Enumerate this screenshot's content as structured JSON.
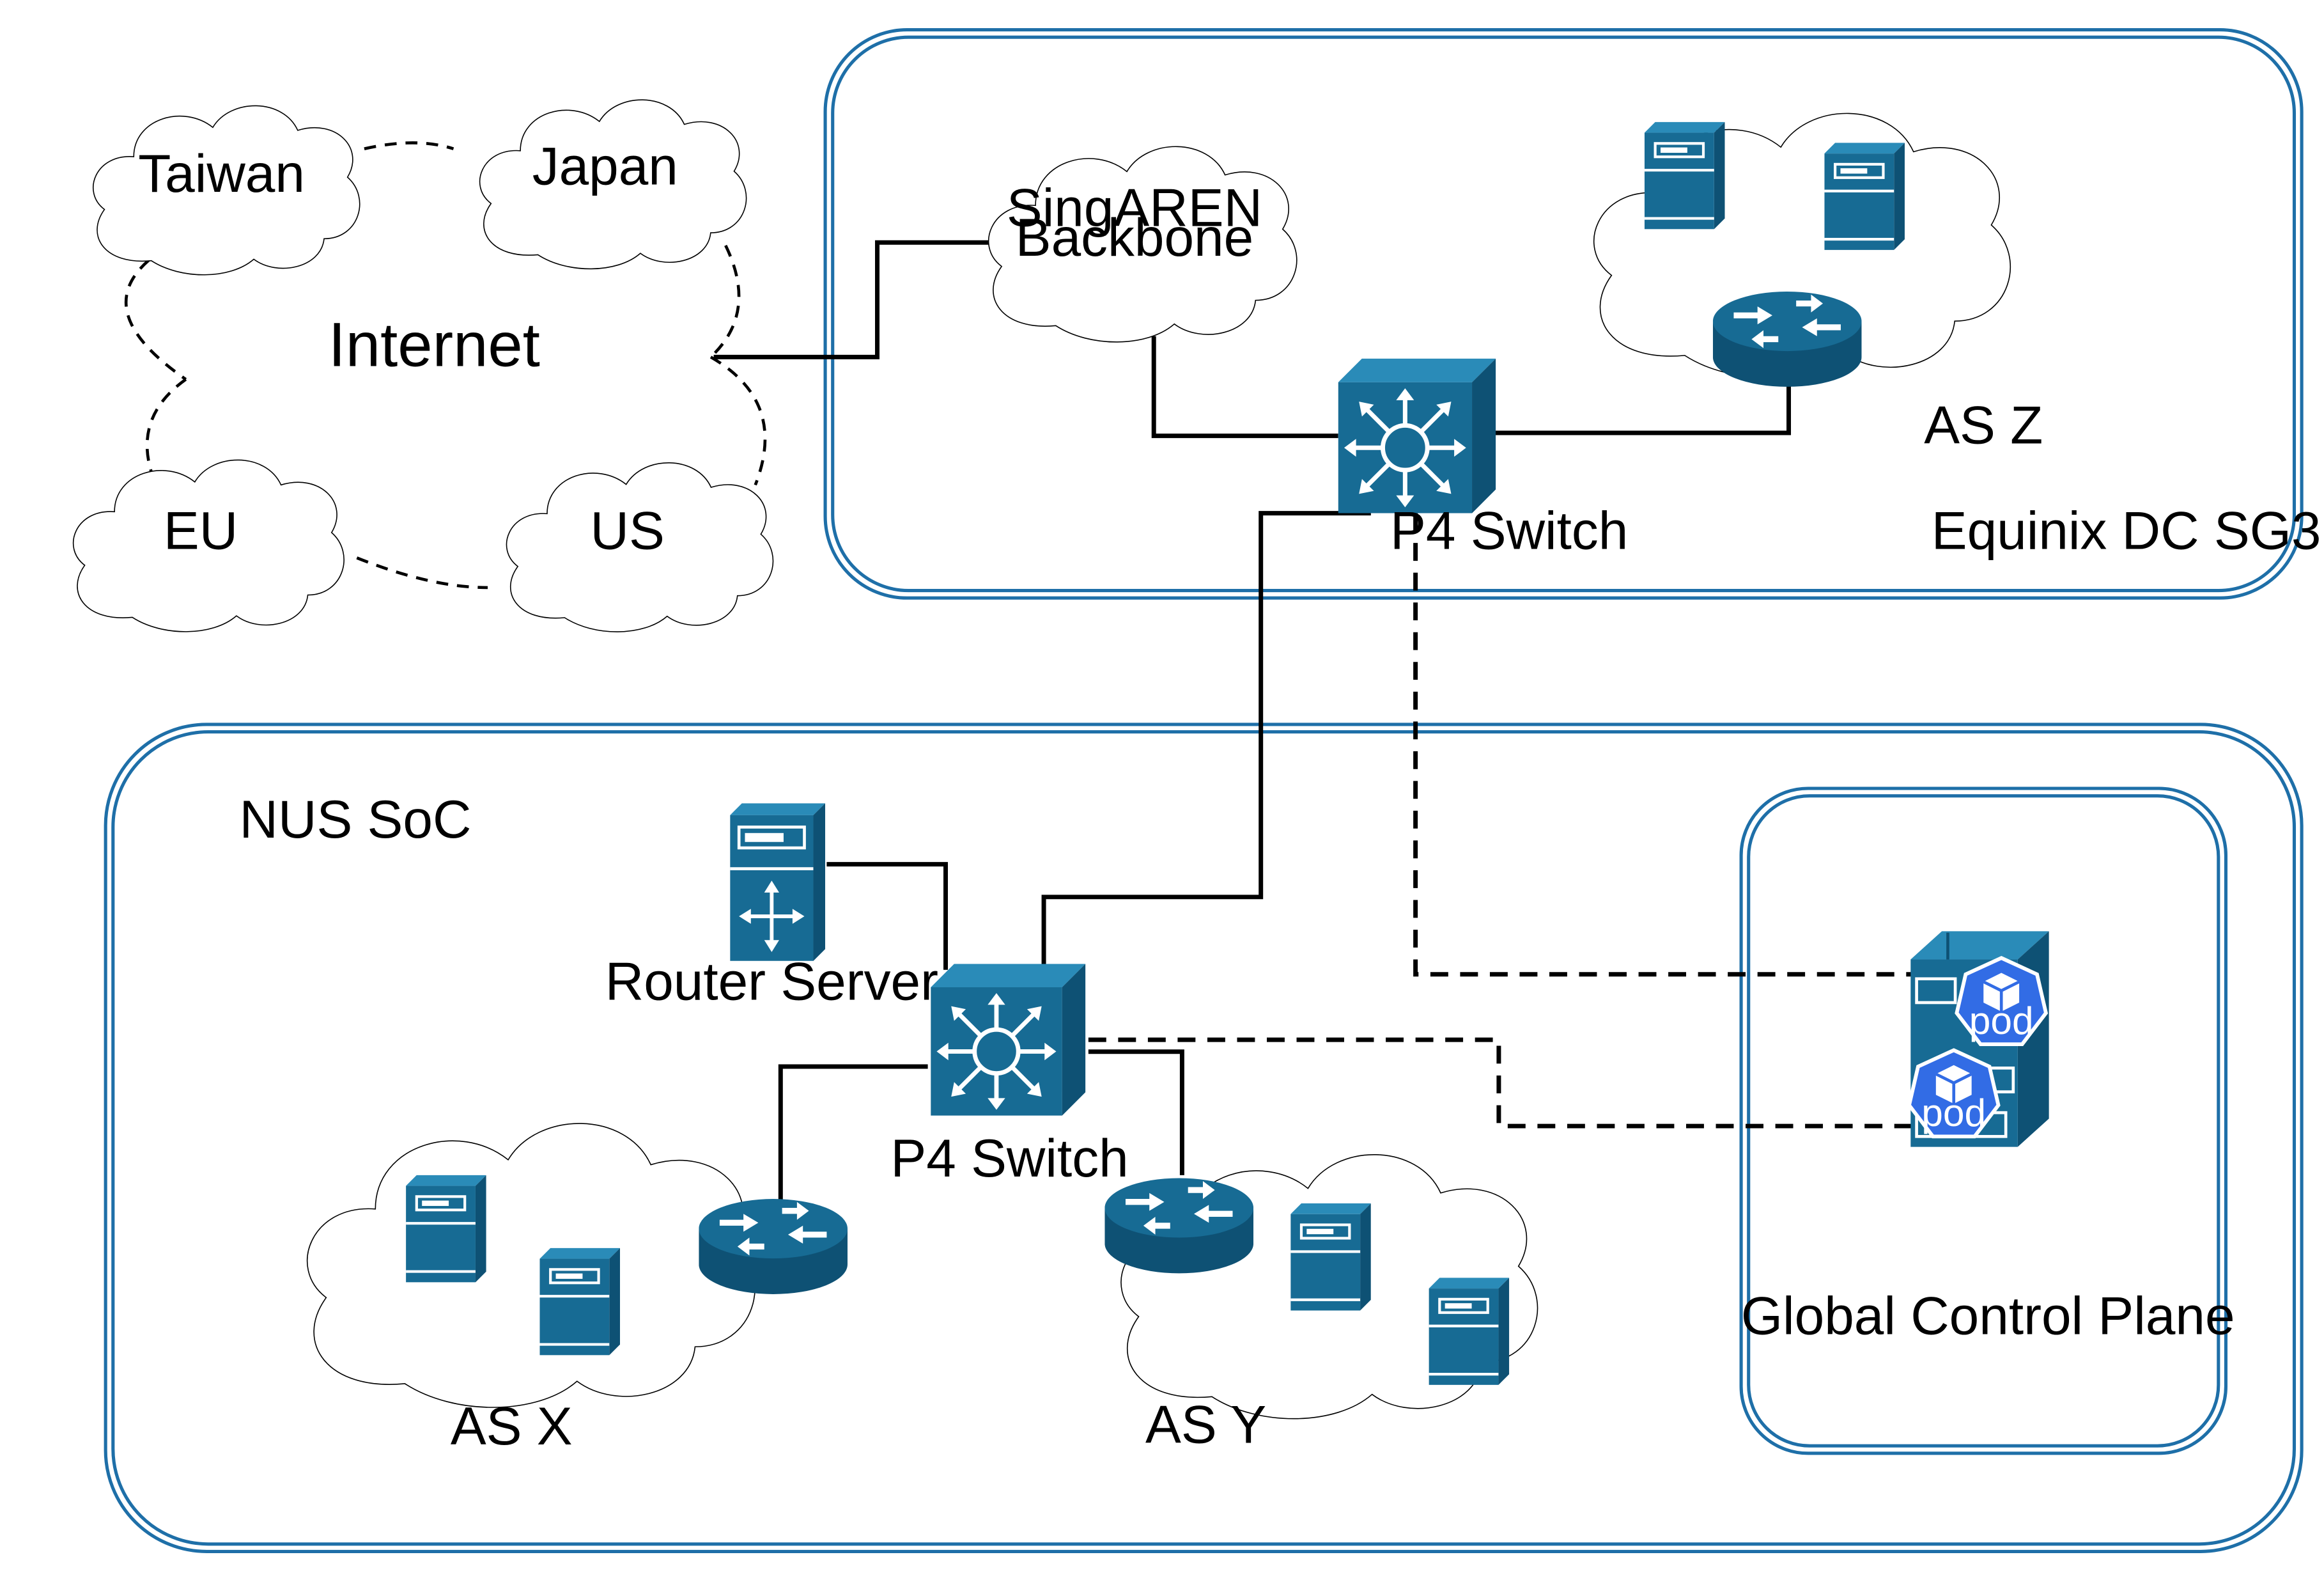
{
  "colors": {
    "device_blue": "#176b94",
    "device_dark": "#0e5174",
    "device_light": "#2a8bb8",
    "region_border": "#1e6fa8",
    "pod_blue": "#326ce5",
    "line": "#000000"
  },
  "internet": {
    "label": "Internet",
    "regions": [
      "Taiwan",
      "Japan",
      "EU",
      "US"
    ]
  },
  "equinix": {
    "label": "Equinix DC SG3",
    "backbone_label": "SingAREN Backbone",
    "backbone_lines": [
      "SingAREN",
      "Backbone"
    ],
    "switch_label": "P4 Switch",
    "as_label": "AS Z"
  },
  "nus": {
    "label": "NUS SoC",
    "router_server_label": "Router Server",
    "switch_label": "P4 Switch",
    "as_x_label": "AS X",
    "as_y_label": "AS Y"
  },
  "control_plane": {
    "label": "Global Control Plane",
    "pod_label": "pod"
  },
  "icons": [
    "cloud-icon",
    "server-icon",
    "router-icon",
    "switch-icon",
    "router-server-icon",
    "kubernetes-pod-icon"
  ]
}
